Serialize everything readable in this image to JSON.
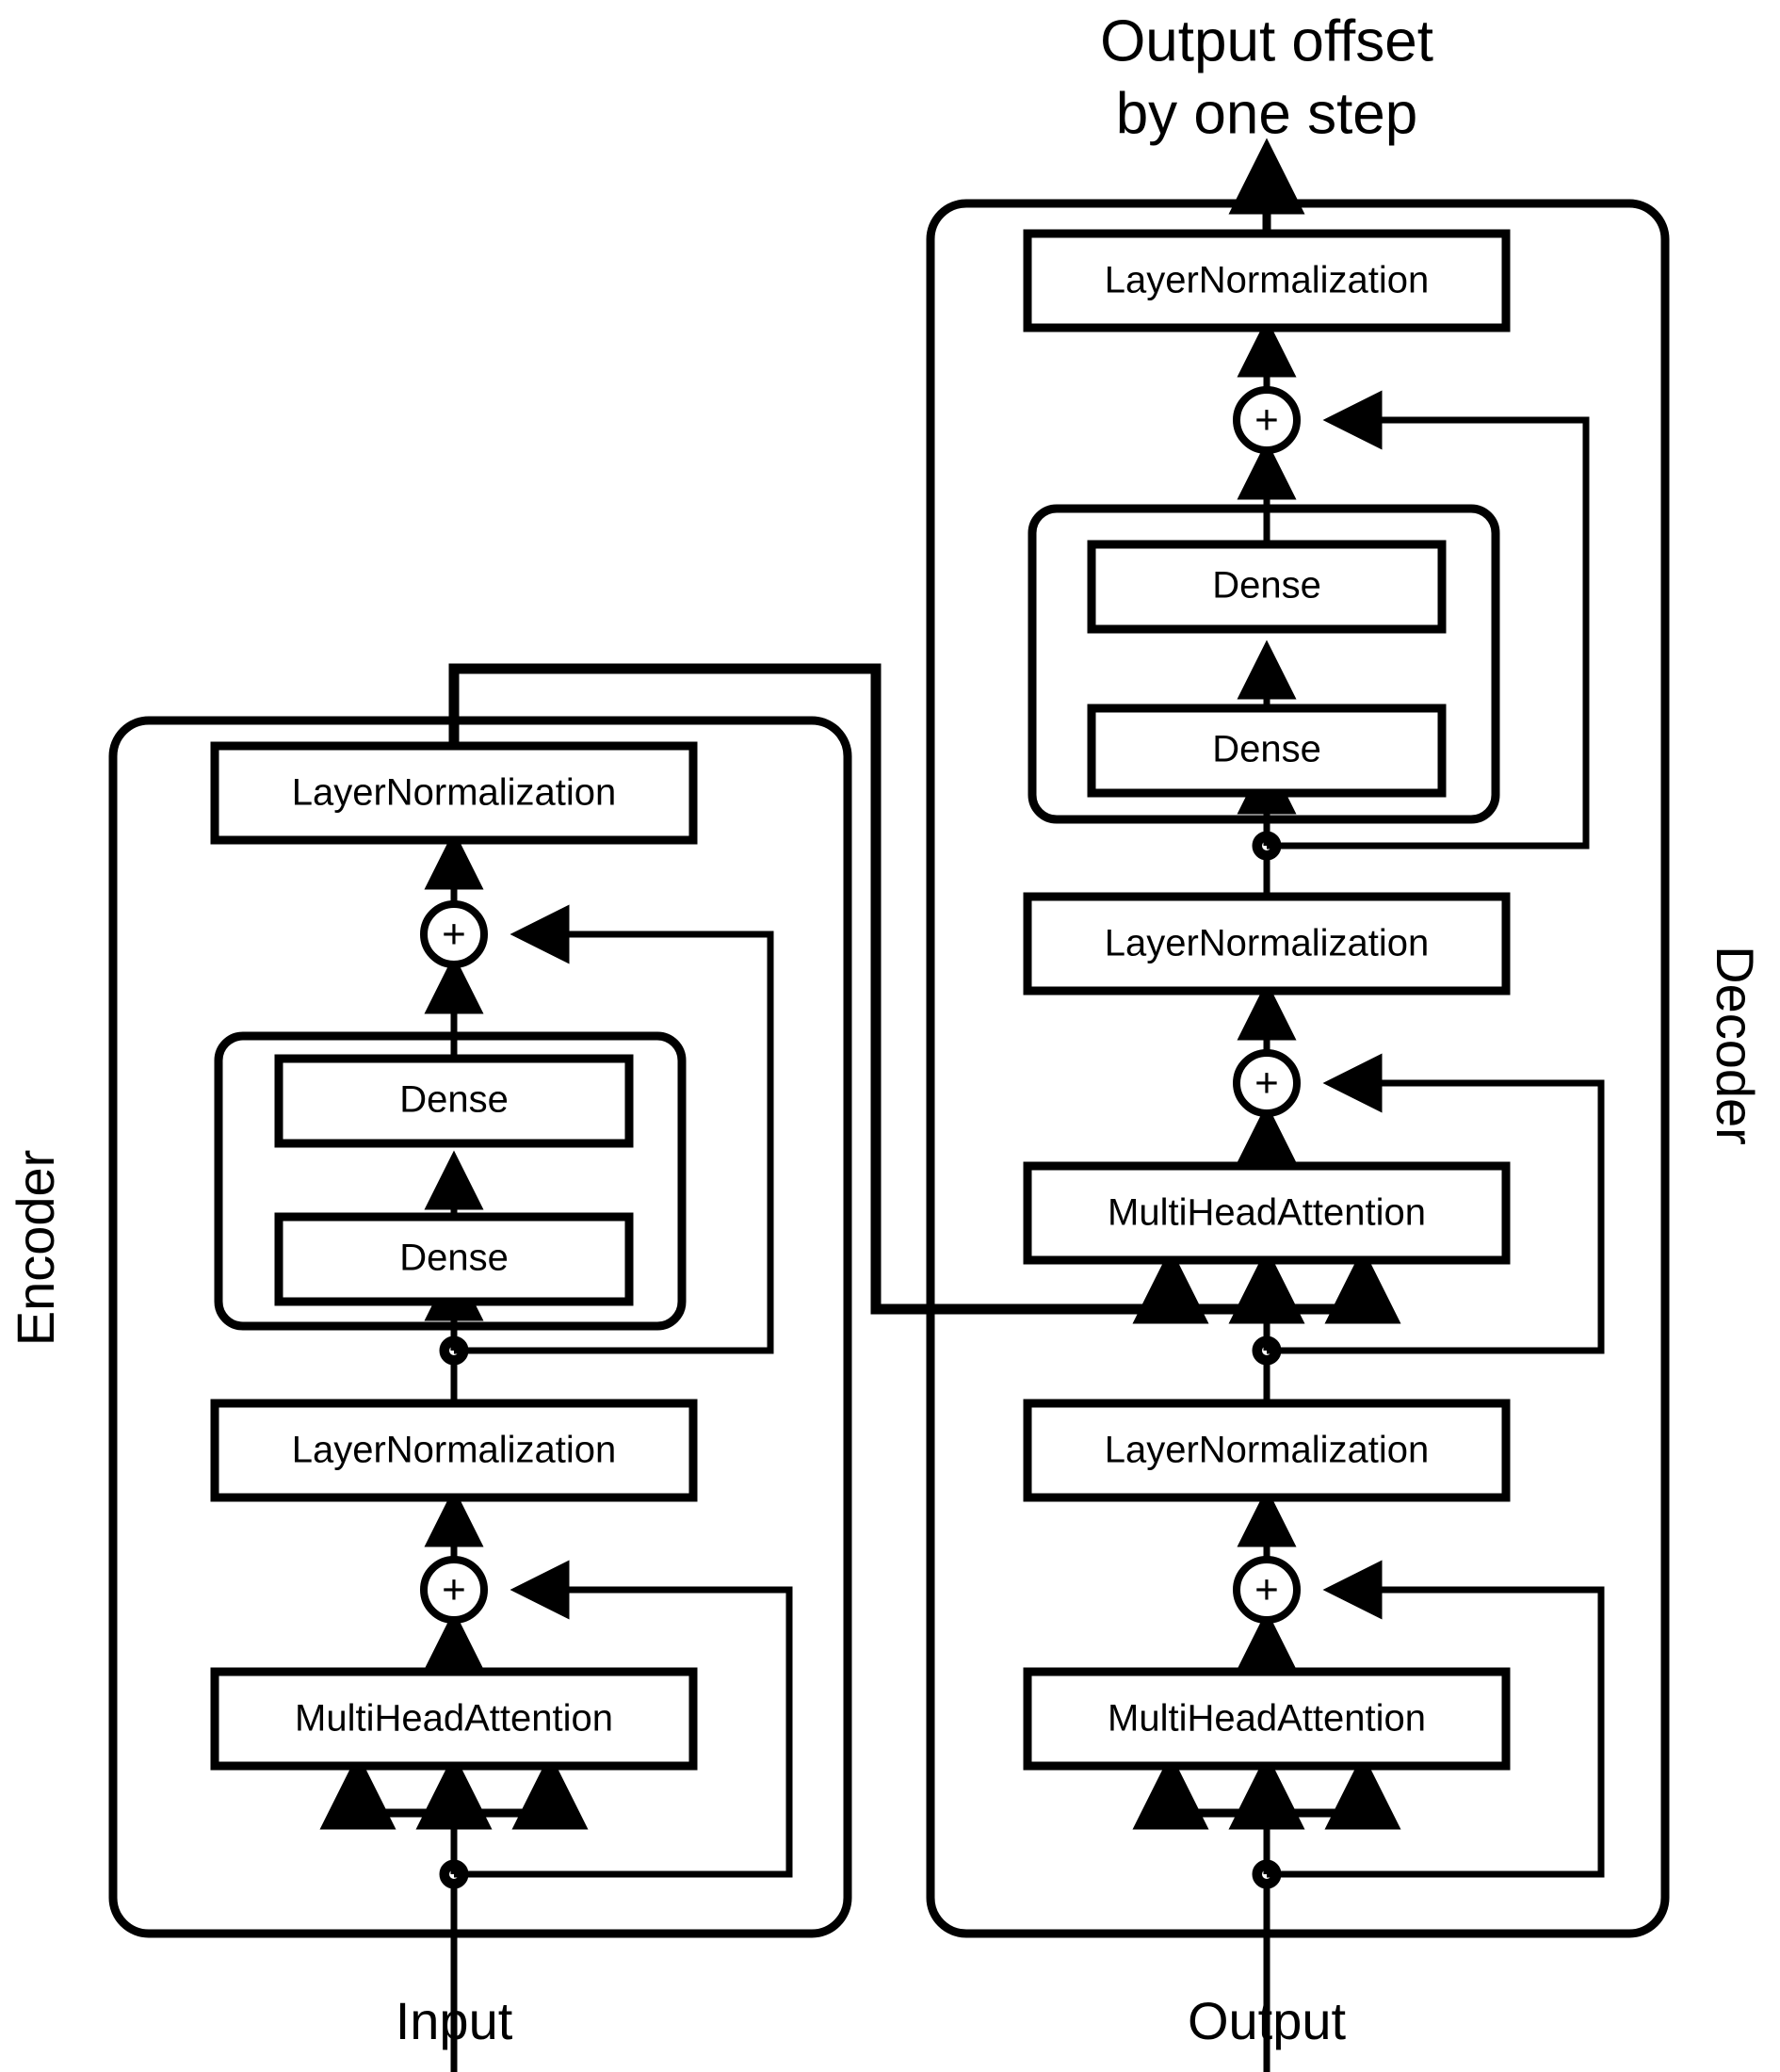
{
  "diagram": {
    "title_lines": [
      "Output offset",
      "by one step"
    ],
    "input_label": "Input",
    "output_label": "Output",
    "encoder_label": "Encoder",
    "decoder_label": "Decoder",
    "colors": {
      "stroke": "#000000",
      "background": "#ffffff"
    },
    "encoder": {
      "label": "Encoder",
      "blocks": [
        {
          "id": "enc-ln-top",
          "label": "LayerNormalization"
        },
        {
          "id": "enc-add-top",
          "label": "+"
        },
        {
          "id": "enc-dense-2",
          "label": "Dense"
        },
        {
          "id": "enc-dense-1",
          "label": "Dense"
        },
        {
          "id": "enc-ln-bot",
          "label": "LayerNormalization"
        },
        {
          "id": "enc-add-bot",
          "label": "+"
        },
        {
          "id": "enc-mha",
          "label": "MultiHeadAttention"
        }
      ]
    },
    "decoder": {
      "label": "Decoder",
      "blocks": [
        {
          "id": "dec-ln-top",
          "label": "LayerNormalization"
        },
        {
          "id": "dec-add-top",
          "label": "+"
        },
        {
          "id": "dec-dense-2",
          "label": "Dense"
        },
        {
          "id": "dec-dense-1",
          "label": "Dense"
        },
        {
          "id": "dec-ln-mid",
          "label": "LayerNormalization"
        },
        {
          "id": "dec-add-mid",
          "label": "+"
        },
        {
          "id": "dec-mha-cross",
          "label": "MultiHeadAttention"
        },
        {
          "id": "dec-ln-bot",
          "label": "LayerNormalization"
        },
        {
          "id": "dec-add-bot",
          "label": "+"
        },
        {
          "id": "dec-mha-self",
          "label": "MultiHeadAttention"
        }
      ]
    }
  }
}
